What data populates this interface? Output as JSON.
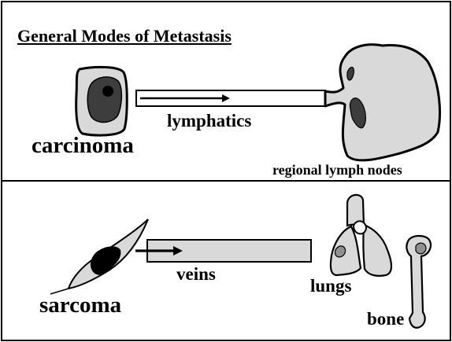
{
  "title": "General Modes of Metastasis",
  "top_panel": {
    "tumor_label": "carcinoma",
    "route_label": "lymphatics",
    "destination_label": "regional lymph nodes"
  },
  "bottom_panel": {
    "tumor_label": "sarcoma",
    "route_label": "veins",
    "lungs_label": "lungs",
    "bone_label": "bone"
  },
  "colors": {
    "outline": "#000000",
    "tissue_fill": "#d9d9d9",
    "tumor_fill": "#3d3d3d",
    "background": "#ffffff"
  },
  "icons": {
    "carcinoma": "carcinoma-cell-icon",
    "lymph_node": "lymph-node-icon",
    "sarcoma": "sarcoma-cell-icon",
    "lungs": "lungs-icon",
    "bone": "bone-icon"
  }
}
